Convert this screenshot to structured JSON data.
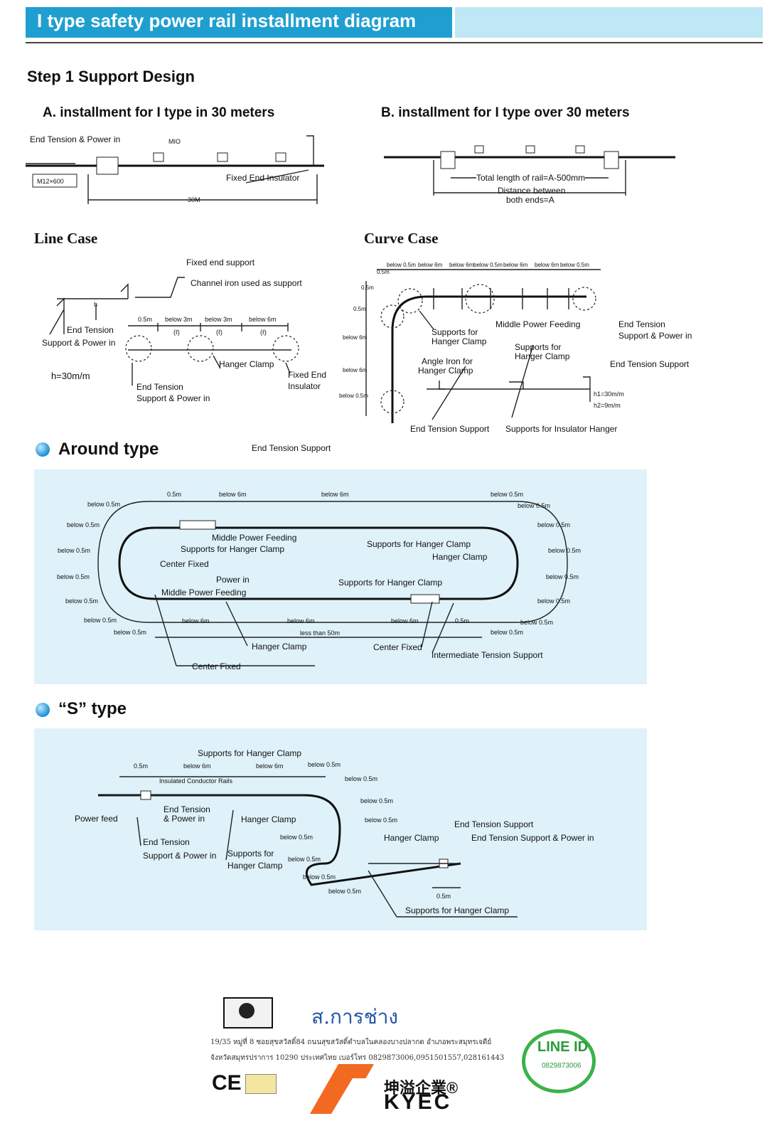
{
  "header": {
    "title": "I type safety power rail installment diagram"
  },
  "step": "Step 1  Support Design",
  "sectionA": {
    "title": "A. installment for I type in 30 meters",
    "labels": [
      "End Tension & Power in",
      "MIO",
      "M12×600",
      "Fixed End Insulator",
      "30M"
    ]
  },
  "sectionB": {
    "title": "B. installment for I type over 30 meters",
    "labels": [
      "Total length of rail=A-500mm",
      "Distance between",
      "both ends=A"
    ]
  },
  "lineCase": {
    "title": "Line Case",
    "labels": [
      "Fixed end support",
      "Channel iron used as support",
      "End Tension",
      "Support & Power in",
      "h=30m/m",
      "0.5m",
      "below 3m",
      "below 3m",
      "below 6m",
      "(ℓ)",
      "(ℓ)",
      "(ℓ)",
      "Hanger Clamp",
      "Fixed End",
      "Insulator",
      "End Tension",
      "Support & Power in",
      "h"
    ]
  },
  "curveCase": {
    "title": "Curve Case",
    "labels": [
      "below 0.5m",
      "below 6m",
      "below 6m",
      "below 0.5m",
      "below 6m",
      "below 6m",
      "below 0.5m",
      "0.5m",
      "0.5m",
      "0.5m",
      "below 6m",
      "below 6m",
      "below 0.5m",
      "Supports for",
      "Hanger Clamp",
      "Middle Power Feeding",
      "End Tension",
      "Support & Power in",
      "Angle Iron for",
      "Hanger Clamp",
      "Supports for",
      "Hanger Clamp",
      "End Tension Support",
      "h1=30m/m",
      "h2=9m/m",
      "End Tension Support",
      "Supports for Insulator Hanger"
    ]
  },
  "aroundType": {
    "title": "Around type",
    "caption": "End Tension Support",
    "labels": [
      "0.5m",
      "below 6m",
      "below 6m",
      "below 0.5m",
      "below 0.5m",
      "below 0.5m",
      "below 0.5m",
      "below 0.5m",
      "below 0.5m",
      "below 0.5m",
      "Middle Power Feeding",
      "Supports for Hanger Clamp",
      "Supports for Hanger Clamp",
      "Hanger Clamp",
      "Center Fixed",
      "Power in",
      "Middle Power Feeding",
      "Supports for Hanger Clamp",
      "below 0.5m",
      "below 0.5m",
      "below 0.5m",
      "below 0.5m",
      "below 0.5m",
      "below 0.5m",
      "below 6m",
      "below 6m",
      "below 6m",
      "0.5m",
      "below 0.5m",
      "below 0.5m",
      "less than 50m",
      "Hanger Clamp",
      "Center Fixed",
      "Intermediate Tension Support",
      "Center Fixed"
    ]
  },
  "sType": {
    "title": "“S” type",
    "labels": [
      "Supports for Hanger Clamp",
      "0.5m",
      "below 6m",
      "below 6m",
      "below 0.5m",
      "below 0.5m",
      "below 0.5m",
      "below 0.5m",
      "Insulated Conductor Rails",
      "End Tension",
      "& Power in",
      "Power feed",
      "Hanger Clamp",
      "End Tension",
      "Support & Power in",
      "Supports for",
      "Hanger Clamp",
      "below 0.5m",
      "below 0.5m",
      "below 0.5m",
      "below 0.5m",
      "Hanger Clamp",
      "End Tension Support",
      "End Tension Support & Power in",
      "0.5m",
      "Supports for Hanger Clamp"
    ]
  },
  "footer": {
    "company": "ส.การช่าง",
    "address1": "19/35 หมู่ที่ 8 ซอยสุขสวัสดิ์84 ถนนสุขสวัสดิ์ตำบลในคลองบางปลากด อำเภอพระสมุทรเจดีย์",
    "address2": "จังหวัดสมุทรปราการ 10290 ประเทศไทย     เบอร์โทร 0829873006,0951501557,028161443",
    "line_title": "LINE ID",
    "line_id": "0829873006",
    "brand_cn": "坤溢企業®",
    "brand": "KYEC",
    "ce": "CE"
  }
}
